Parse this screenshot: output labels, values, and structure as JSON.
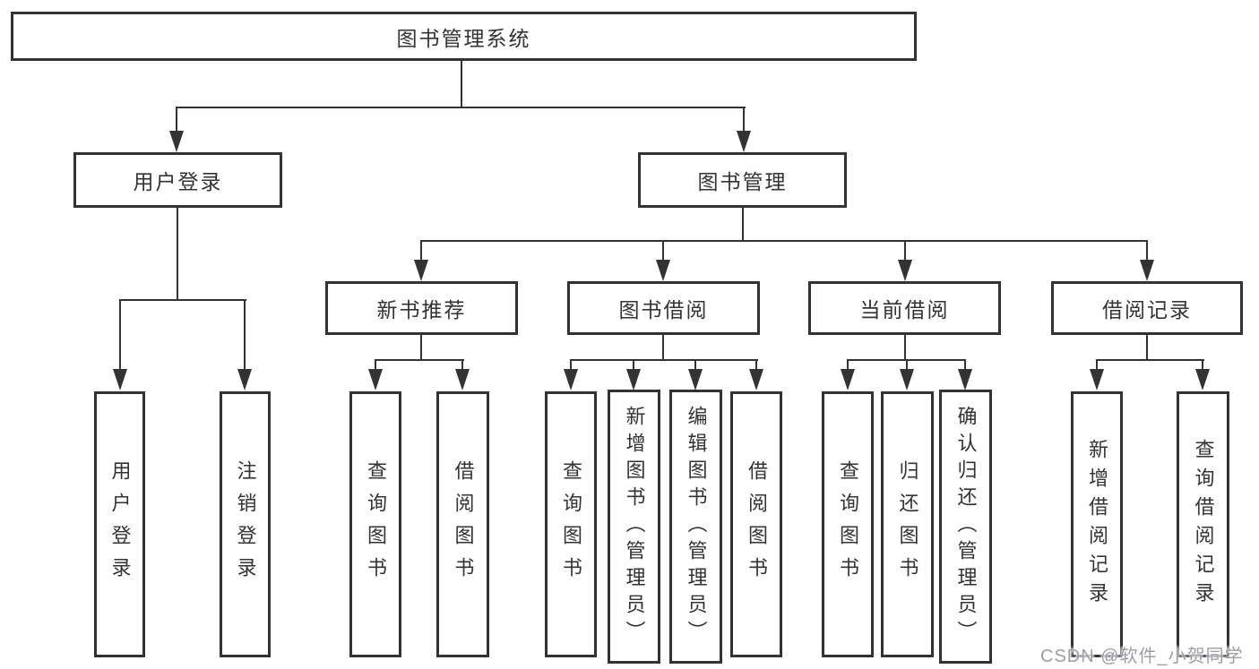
{
  "diagram": {
    "root": {
      "label": "图书管理系统"
    },
    "children": [
      {
        "label": "用户登录",
        "children": [
          {
            "label": "用户登录"
          },
          {
            "label": "注销登录"
          }
        ]
      },
      {
        "label": "图书管理",
        "children": [
          {
            "label": "新书推荐",
            "children": [
              {
                "label": "查询图书"
              },
              {
                "label": "借阅图书"
              }
            ]
          },
          {
            "label": "图书借阅",
            "children": [
              {
                "label": "查询图书"
              },
              {
                "label": "新增图书（管理员）"
              },
              {
                "label": "编辑图书（管理员）"
              },
              {
                "label": "借阅图书"
              }
            ]
          },
          {
            "label": "当前借阅",
            "children": [
              {
                "label": "查询图书"
              },
              {
                "label": "归还图书"
              },
              {
                "label": "确认归还（管理员）"
              }
            ]
          },
          {
            "label": "借阅记录",
            "children": [
              {
                "label": "新增借阅记录"
              },
              {
                "label": "查询借阅记录"
              }
            ]
          }
        ]
      }
    ]
  },
  "watermark": {
    "text": "CSDN @软件_小贺同学"
  },
  "colors": {
    "line": "#333333",
    "text": "#333333",
    "watermark": "#9b9ea3",
    "background": "#ffffff"
  }
}
